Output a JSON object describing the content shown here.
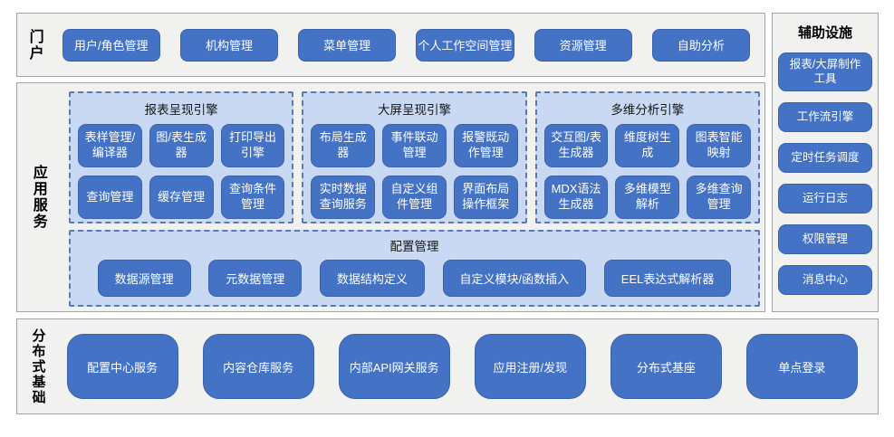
{
  "colors": {
    "button_fill": "#4472c4",
    "button_text": "#ffffff",
    "engine_panel_fill": "#c9d9f3",
    "engine_panel_dash": "#5b7ab3",
    "section_fill": "#f1f1ef",
    "section_border": "#a3a3a3"
  },
  "portal": {
    "label": "门户",
    "buttons": [
      "用户/角色管理",
      "机构管理",
      "菜单管理",
      "个人工作空间管理",
      "资源管理",
      "自助分析"
    ]
  },
  "app_services": {
    "label": "应用服务",
    "engines": [
      {
        "title": "报表呈现引擎",
        "rows": [
          [
            "表样管理/编译器",
            "图/表生成器",
            "打印导出引擎"
          ],
          [
            "查询管理",
            "缓存管理",
            "查询条件管理"
          ]
        ]
      },
      {
        "title": "大屏呈现引擎",
        "rows": [
          [
            "布局生成器",
            "事件联动管理",
            "报警既动作管理"
          ],
          [
            "实时数据查询服务",
            "自定义组件管理",
            "界面布局操作框架"
          ]
        ]
      },
      {
        "title": "多维分析引擎",
        "rows": [
          [
            "交互图/表生成器",
            "维度树生成",
            "图表智能映射"
          ],
          [
            "MDX语法生成器",
            "多维模型解析",
            "多维查询管理"
          ]
        ]
      }
    ],
    "config": {
      "title": "配置管理",
      "buttons": [
        "数据源管理",
        "元数据管理",
        "数据结构定义",
        "自定义模块/函数插入",
        "EEL表达式解析器"
      ]
    }
  },
  "auxiliary": {
    "title": "辅助设施",
    "buttons": [
      "报表/大屏制作工具",
      "工作流引擎",
      "定时任务调度",
      "运行日志",
      "权限管理",
      "消息中心"
    ]
  },
  "distributed": {
    "label": "分布式基础",
    "buttons": [
      "配置中心服务",
      "内容仓库服务",
      "内部API网关服务",
      "应用注册/发现",
      "分布式基座",
      "单点登录"
    ]
  }
}
